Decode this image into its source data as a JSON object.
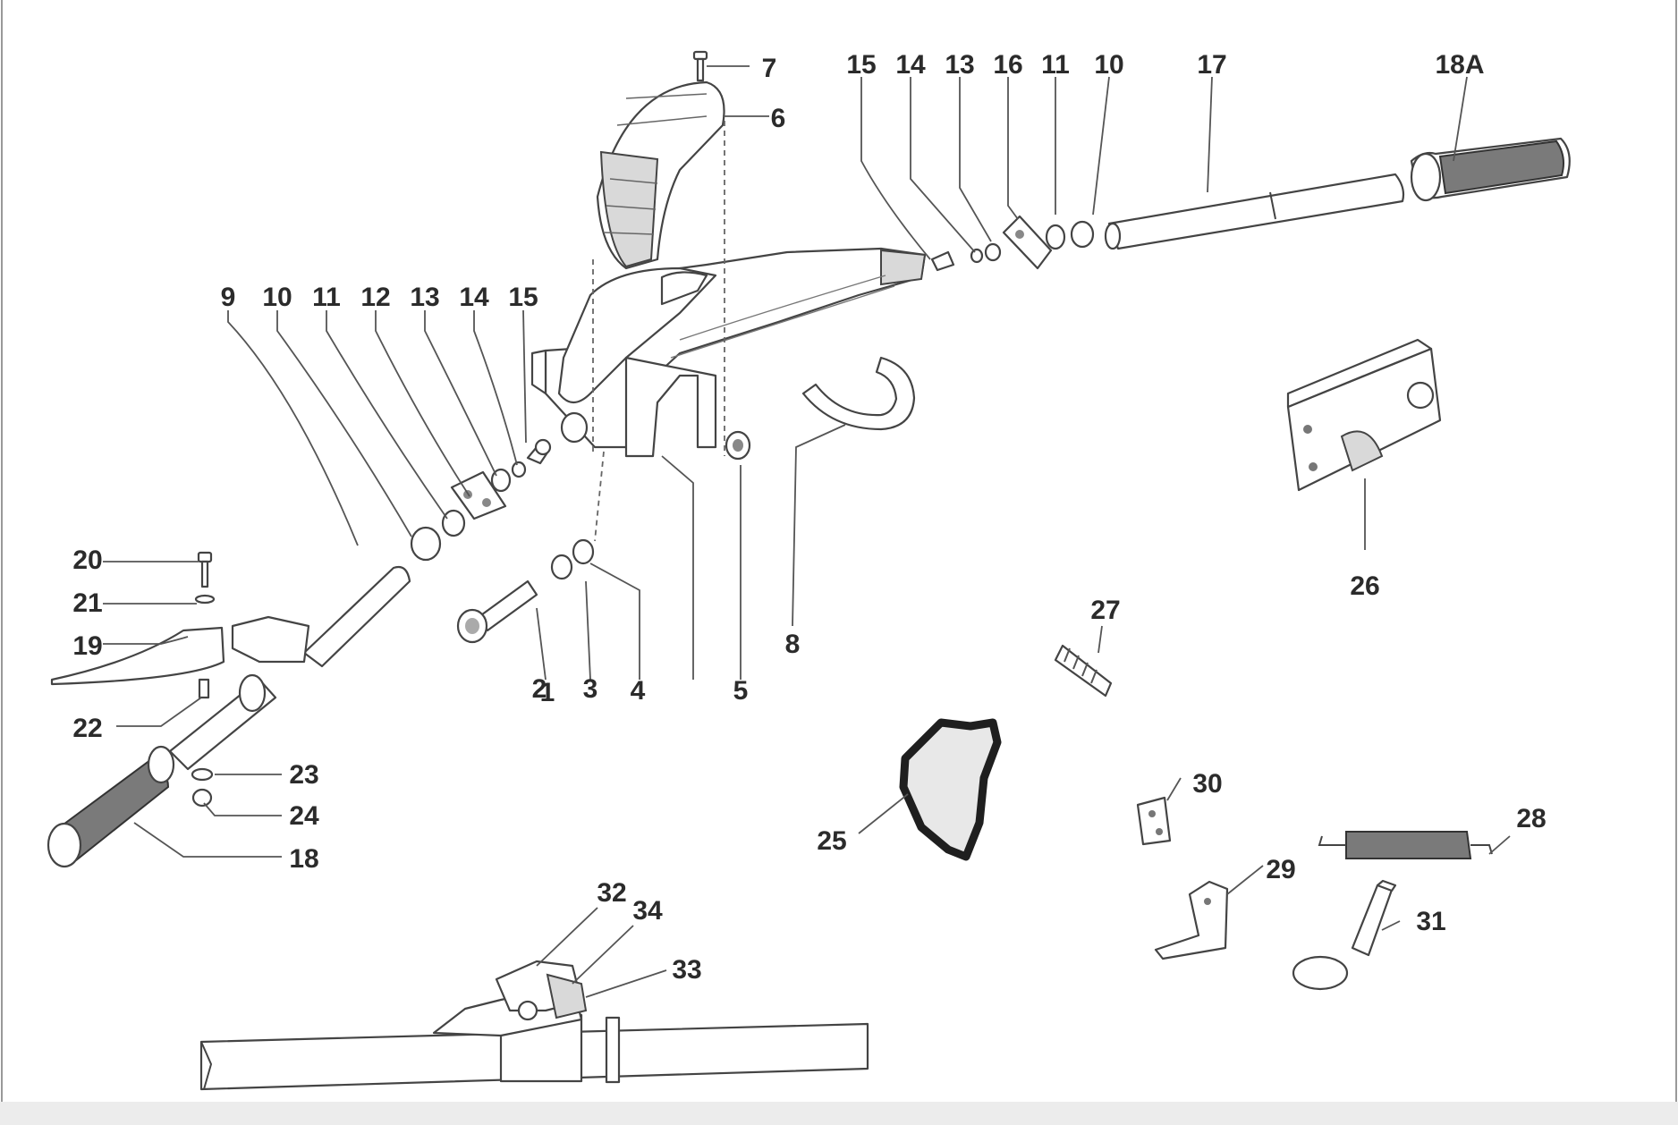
{
  "labels": {
    "l1": "1",
    "l2": "2",
    "l3": "3",
    "l4": "4",
    "l5": "5",
    "l6": "6",
    "l7": "7",
    "l8": "8",
    "l9": "9",
    "l10a": "10",
    "l11a": "11",
    "l12": "12",
    "l13a": "13",
    "l14a": "14",
    "l15a": "15",
    "l15b": "15",
    "l14b": "14",
    "l13b": "13",
    "l16": "16",
    "l11b": "11",
    "l10b": "10",
    "l17": "17",
    "l18A": "18A",
    "l18": "18",
    "l19": "19",
    "l20": "20",
    "l21": "21",
    "l22": "22",
    "l23": "23",
    "l24": "24",
    "l25": "25",
    "l26": "26",
    "l27": "27",
    "l28": "28",
    "l29": "29",
    "l30": "30",
    "l31": "31",
    "l32": "32",
    "l33": "33",
    "l34": "34"
  }
}
